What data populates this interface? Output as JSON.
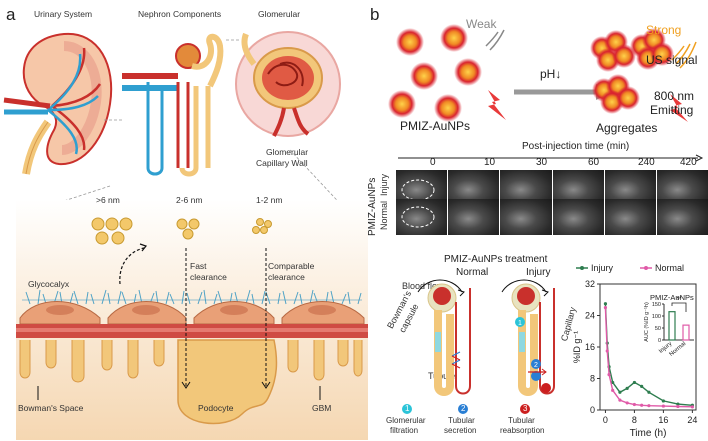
{
  "panels": {
    "a": {
      "letter": "a",
      "titles": {
        "urinary_system": "Urinary System",
        "nephron_components": "Nephron Components",
        "glomerular": "Glomerular"
      },
      "capillary_wall": [
        "Glomerular",
        "Capillary Wall"
      ],
      "sizes": {
        "large": ">6 nm",
        "medium": "2-6 nm",
        "small": "1-2 nm"
      },
      "labels": {
        "glycocalyx": "Glycocalyx",
        "fast_clearance": [
          "Fast",
          "clearance"
        ],
        "comparable_clearance": [
          "Comparable",
          "clearance"
        ],
        "bowmans_space": "Bowman's Space",
        "podocyte": "Podocyte",
        "gbm": "GBM"
      }
    },
    "b": {
      "letter": "b",
      "top": {
        "weak": "Weak",
        "strong": "Strong",
        "us_signal": "US signal",
        "ph": "pH↓",
        "nm800": [
          "800 nm",
          "Emitting"
        ],
        "pmiz": "PMIZ-AuNPs",
        "aggregates": "Aggregates"
      },
      "ultrasound": {
        "title": "Post-injection time (min)",
        "times": [
          "0",
          "10",
          "30",
          "60",
          "240",
          "420"
        ],
        "row_labels": [
          "Injury",
          "Normal"
        ],
        "side_label": "PMIZ-AuNPs"
      },
      "treatment": {
        "title": "PMIZ-AuNPs treatment",
        "normal": "Normal",
        "injury": "Injury",
        "blood_flow": "Blood flow",
        "bowmans_capsule": [
          "Bowman's",
          "capsule"
        ],
        "capillary": "Capillary",
        "tubule": "Tubule",
        "legend": [
          {
            "num": "1",
            "text": [
              "Glomerular",
              "filtration"
            ],
            "color": "#2bc4d8"
          },
          {
            "num": "2",
            "text": [
              "Tubular",
              "secretion"
            ],
            "color": "#2a7fd4"
          },
          {
            "num": "3",
            "text": [
              "Tubular",
              "reabsorption"
            ],
            "color": "#cc1f1f"
          }
        ]
      }
    }
  },
  "chart_data": {
    "type": "line",
    "title": "",
    "xlabel": "Time (h)",
    "ylabel": "%ID g⁻¹",
    "xlim": [
      -1.5,
      25
    ],
    "ylim": [
      0,
      32
    ],
    "xticks": [
      "0",
      "8",
      "16",
      "24"
    ],
    "yticks": [
      "0",
      "8",
      "16",
      "24",
      "32"
    ],
    "legend": "top",
    "series": [
      {
        "name": "Injury",
        "color": "#2e7d4f",
        "x": [
          0,
          0.5,
          1,
          2,
          4,
          6,
          8,
          10,
          12,
          16,
          20,
          24
        ],
        "y": [
          27,
          17,
          11,
          7,
          4.5,
          5.5,
          7,
          6,
          4.5,
          2.3,
          1.5,
          1.2
        ]
      },
      {
        "name": "Normal",
        "color": "#e05aa8",
        "x": [
          0,
          0.5,
          1,
          2,
          4,
          6,
          8,
          10,
          12,
          16,
          20,
          24
        ],
        "y": [
          26,
          15,
          9,
          5,
          2.5,
          1.8,
          1.4,
          1.2,
          1.1,
          1.0,
          0.9,
          0.8
        ]
      }
    ],
    "inset": {
      "title": "PMIZ-AuNPs",
      "ylabel": "AUC (%ID g⁻¹h)",
      "yticks": [
        "0",
        "50",
        "100",
        "150"
      ],
      "ylim": [
        0,
        150
      ],
      "categories": [
        "Injury",
        "Normal"
      ],
      "values": [
        118,
        62
      ],
      "colors": [
        "#2e7d4f",
        "#e05aa8"
      ],
      "significance": "**"
    }
  },
  "colors": {
    "kidney_red": "#c9302c",
    "kidney_blue": "#2f9fd0",
    "tissue": "#f2c77a",
    "tissue_dark": "#d99a4a",
    "glycocalyx": "#5aa7c9",
    "injury_green": "#2e7d4f",
    "normal_pink": "#e05aa8",
    "strong_orange": "#f0a020"
  }
}
